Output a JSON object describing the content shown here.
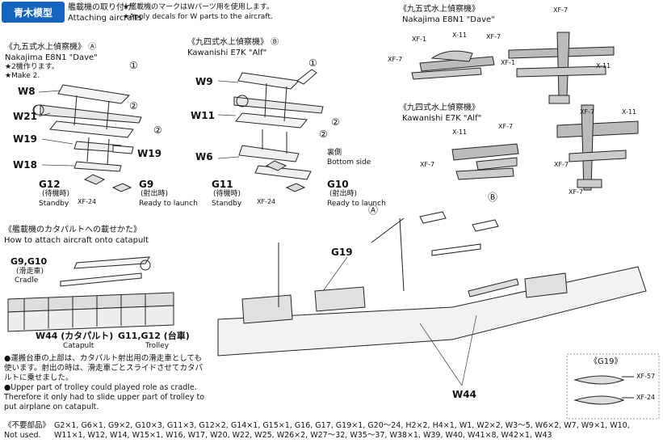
{
  "header": {
    "step_title_jp": "艦載機の取り付け",
    "step_title_en": "Attaching aircrafts",
    "decal_note_jp": "★艦載機のマークはWパーツ用を使用します。",
    "decal_note_en": "★Apply decals for W parts to the aircraft."
  },
  "dave": {
    "title_jp": "《九五式水上偵察機》",
    "marker": "Ⓐ",
    "title_en": "Nakajima E8N1 \"Dave\"",
    "note_jp": "★2機作ります。",
    "note_en": "★Make 2.",
    "parts": [
      "W8",
      "W21",
      "W19",
      "W18",
      "W19"
    ],
    "steps": [
      "①",
      "②",
      "②"
    ],
    "g12": "G12",
    "g12_jp": "(待機時)",
    "g12_en": "Standby",
    "g9": "G9",
    "g9_jp": "(射出時)",
    "g9_en": "Ready to launch",
    "xf": "XF-24"
  },
  "alf": {
    "title_jp": "《九四式水上偵察機》",
    "marker": "Ⓑ",
    "title_en": "Kawanishi E7K \"Alf\"",
    "parts": [
      "W9",
      "W11",
      "W6"
    ],
    "steps": [
      "①",
      "②",
      "②"
    ],
    "bottom_jp": "裏側",
    "bottom_en": "Bottom side",
    "g11": "G11",
    "g11_jp": "(待機時)",
    "g11_en": "Standby",
    "g10": "G10",
    "g10_jp": "(射出時)",
    "g10_en": "Ready to launch",
    "xf": "XF-24"
  },
  "decals_dave": {
    "title_jp": "《九五式水上偵察機》",
    "title_en": "Nakajima E8N1 \"Dave\"",
    "labels": [
      "XF-1",
      "X-11",
      "XF-7",
      "XF-7",
      "XF-7",
      "XF-1",
      "X-11"
    ]
  },
  "decals_alf": {
    "title_jp": "《九四式水上偵察機》",
    "title_en": "Kawanishi E7K \"Alf\"",
    "labels": [
      "XF-7",
      "X-11",
      "XF-7",
      "XF-7",
      "X-11",
      "XF-7",
      "XF-7"
    ]
  },
  "catapult": {
    "title_jp": "《艦載機のカタパルトへの載せかた》",
    "title_en": "How to attach aircraft onto catapult",
    "cradle": "G9,G10",
    "cradle_jp": "(滑走車)",
    "cradle_en": "Cradle",
    "w44": "W44 (カタパルト)",
    "w44_en": "Catapult",
    "trolley": "G11,G12 (台車)",
    "trolley_en": "Trolley"
  },
  "ship": {
    "markers": [
      "Ⓐ",
      "Ⓑ"
    ],
    "g19": "G19",
    "w44": "W44"
  },
  "g19_box": {
    "title": "《G19》",
    "labels": [
      "XF-57",
      "XF-24"
    ]
  },
  "notes": {
    "jp": "●運搬台車の上部は、カタパルト射出用の滑走車としても使います。射出の時は、滑走車ごとスライドさせてカタパルトに乗せました。",
    "en": "●Upper part of trolley could played role as cradle. Therefore it only had to slide upper part of trolley to put airplane on catapult."
  },
  "unused": {
    "label_jp": "《不要部品》",
    "label_en": "Not used.",
    "line1": "G2×1, G6×1, G9×2, G10×3, G11×3, G12×2, G14×1, G15×1, G16, G17, G19×1, G20〜24, H2×2, H4×1, W1, W2×2, W3〜5, W6×2, W7, W9×1, W10,",
    "line2": "W11×1, W12, W14, W15×1, W16, W17, W20, W22, W25, W26×2, W27〜32, W35〜37, W38×1, W39, W40, W41×8, W42×1, W43"
  },
  "watermark": {
    "text": "青木模型"
  }
}
